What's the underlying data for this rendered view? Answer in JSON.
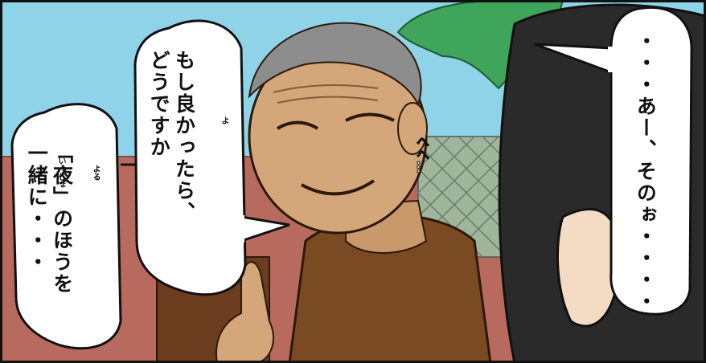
{
  "bubbles": {
    "offer_line": "もし良かったら、\nどうですか",
    "invite_line": "「夜」のほうを\n一緒に・・・",
    "hesitation_line": "・・・あー、そのぉ・・・・"
  },
  "furigana": {
    "yo": "よ",
    "yoru": "よる",
    "issho": "いっしょ"
  },
  "sfx": {
    "chuckle": "へへ…"
  },
  "colors": {
    "sky": "#8fd3e8",
    "wall": "#b86a5e",
    "sweater": "#7a4a22",
    "skin": "#d4a77a",
    "hair": "#2a2a2a",
    "leaves": "#3fa55a"
  }
}
